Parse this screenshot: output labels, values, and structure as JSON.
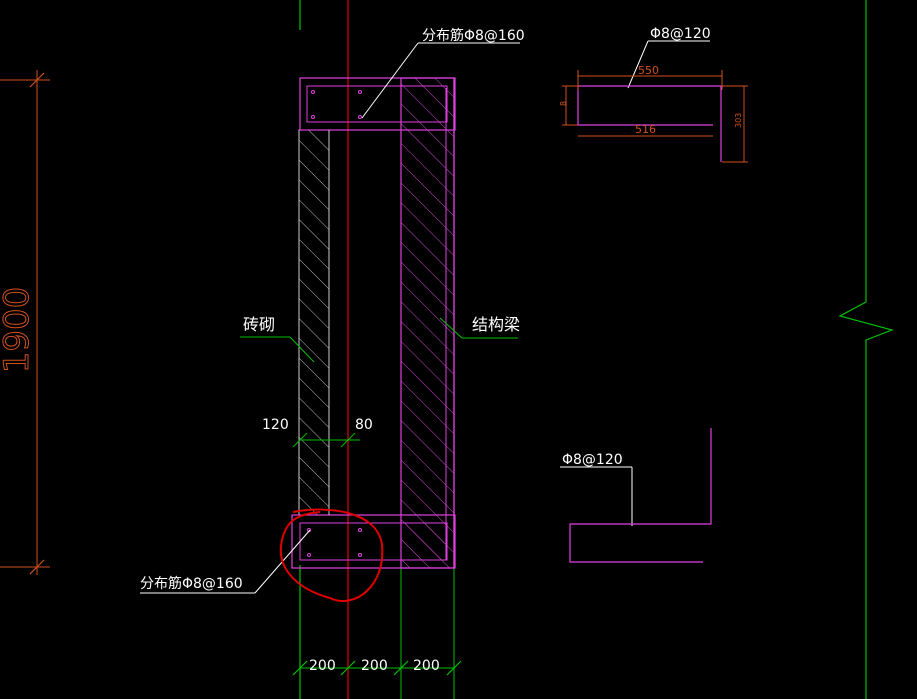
{
  "labels": {
    "top_dist_rebar": "分布筋Φ8@160",
    "bottom_dist_rebar": "分布筋Φ8@160",
    "masonry": "砖砌",
    "structural_beam": "结构梁",
    "rebar_top_right": "Φ8@120",
    "rebar_bottom_right": "Φ8@120",
    "dim_550": "550",
    "dim_516": "516",
    "dim_303": "303",
    "dim_left_small": "8",
    "dim_1900": "1900",
    "dim_120": "120",
    "dim_80": "80",
    "dim_200_a": "200",
    "dim_200_b": "200",
    "dim_200_c": "200"
  },
  "colors": {
    "background": "#000000",
    "magenta": "#e040e0",
    "green": "#00c000",
    "red": "#e00000",
    "orange": "#d05020",
    "white": "#ffffff",
    "hatch": "#c0c0c0"
  }
}
